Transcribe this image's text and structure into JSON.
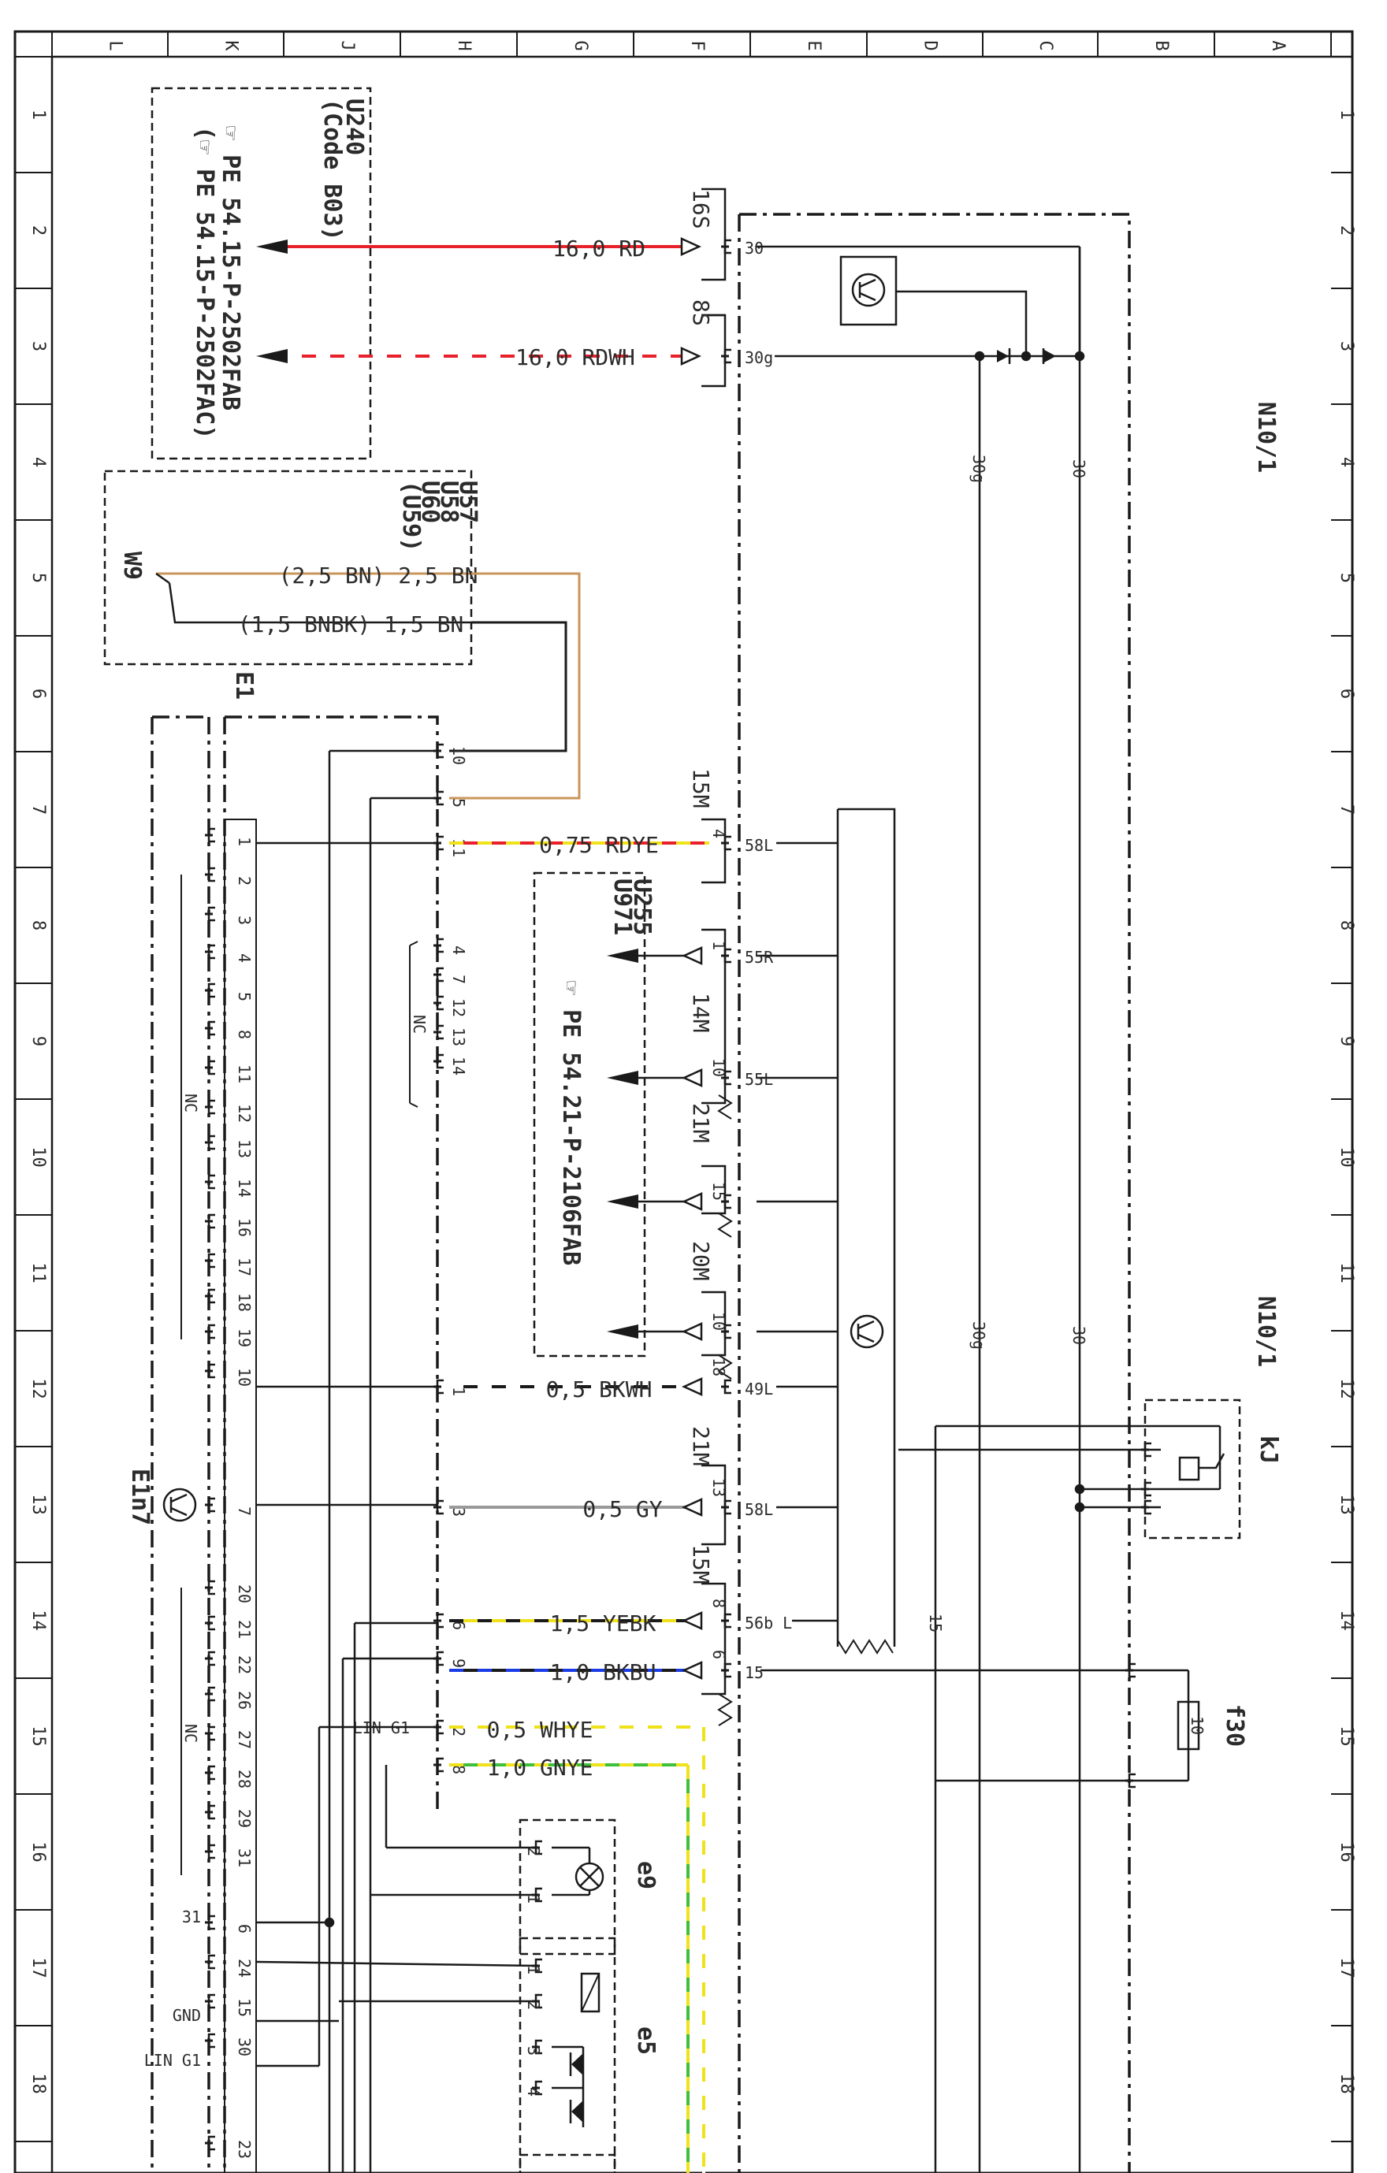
{
  "rows": [
    "1",
    "2",
    "3",
    "4",
    "5",
    "6",
    "7",
    "8",
    "9",
    "10",
    "11",
    "12",
    "13",
    "14",
    "15",
    "16",
    "17",
    "18"
  ],
  "cols": [
    "L",
    "K",
    "J",
    "H",
    "G",
    "F",
    "E",
    "D",
    "C",
    "B",
    "A"
  ],
  "colors": {
    "rd": "#e8202a",
    "bn": "#c8965a",
    "ye": "#f0e21a",
    "bu": "#1a3ce6",
    "gn": "#3fbf3a",
    "wh": "#ffffff",
    "gy": "#9a9a9a",
    "bk": "#1a1a1a"
  },
  "modules": {
    "u240_title": "U240 (Code B03)",
    "u240_ref1": "☞ PE 54.15-P-2502FAB",
    "u240_ref2": "(☞ PE 54.15-P-2502FAC)",
    "u57": "U57 U58 U60 (U59)",
    "w9": "W9",
    "e1": "E1",
    "e1n7": "E1n7",
    "u255": "U255 U971",
    "u255_ref": "☞ PE 54.21-P-2106FAB",
    "n10_1_top": "N10/1",
    "n10_1_mid": "N10/1",
    "kj": "kJ",
    "f30": "f30",
    "e9": "e9",
    "e5": "e5",
    "fuse_value": "10"
  },
  "connectors": [
    "16S",
    "8S",
    "15M",
    "14M",
    "21M",
    "20M",
    "21M",
    "15M"
  ],
  "terminals": [
    "30",
    "30g",
    "58L",
    "55R",
    "55L",
    "49L",
    "58L",
    "56b L",
    "15"
  ],
  "bus_labels": [
    "30g",
    "30",
    "30g",
    "30",
    "15"
  ],
  "wires": [
    {
      "id": "rd16",
      "label": "16,0 RD",
      "color": "rd"
    },
    {
      "id": "rdwh16",
      "label": "16,0 RDWH",
      "color": "rd",
      "stripe": "wh"
    },
    {
      "id": "bn25",
      "label": "(2,5 BN) 2,5 BN",
      "color": "bn"
    },
    {
      "id": "bnbk15",
      "label": "(1,5 BNBK) 1,5 BN",
      "color": "bk"
    },
    {
      "id": "rdye075",
      "label": "0,75 RDYE",
      "color": "rd",
      "stripe": "ye"
    },
    {
      "id": "bkwh05",
      "label": "0,5 BKWH",
      "color": "bk",
      "stripe": "wh"
    },
    {
      "id": "gy05",
      "label": "0,5 GY",
      "color": "gy"
    },
    {
      "id": "yebk15",
      "label": "1,5 YEBK",
      "color": "ye",
      "stripe": "bk"
    },
    {
      "id": "bkbu10",
      "label": "1,0 BKBU",
      "color": "bk",
      "stripe": "bu"
    },
    {
      "id": "whye05",
      "label": "0,5 WHYE",
      "color": "wh",
      "stripe": "ye"
    },
    {
      "id": "gnye10",
      "label": "1,0 GNYE",
      "color": "gn",
      "stripe": "ye"
    }
  ],
  "e1_pins": [
    "10",
    "5",
    "11",
    "4",
    "7",
    "12",
    "13",
    "14",
    "1",
    "3",
    "6",
    "9",
    "2",
    "8"
  ],
  "e1_nc": "NC",
  "e1n7_pins": [
    "1",
    "2",
    "3",
    "4",
    "5",
    "8",
    "11",
    "12",
    "13",
    "14",
    "16",
    "17",
    "18",
    "19",
    "10",
    "7",
    "20",
    "21",
    "22",
    "26",
    "27",
    "28",
    "29",
    "31",
    "6",
    "24",
    "15",
    "30",
    "23"
  ],
  "e1n7_nc1": "NC",
  "e1n7_nc2": "NC",
  "e1n7_side_labels": [
    "31",
    "GND",
    "LIN G1"
  ],
  "lin_label": "LIN G1",
  "module_pins": {
    "m15M": [
      "4"
    ],
    "m_u255": [
      "1",
      "10",
      "15",
      "10",
      "18",
      "13",
      "8",
      "6"
    ],
    "e9": [
      "2",
      "1"
    ],
    "e5": [
      "1",
      "2",
      "3",
      "4"
    ]
  }
}
